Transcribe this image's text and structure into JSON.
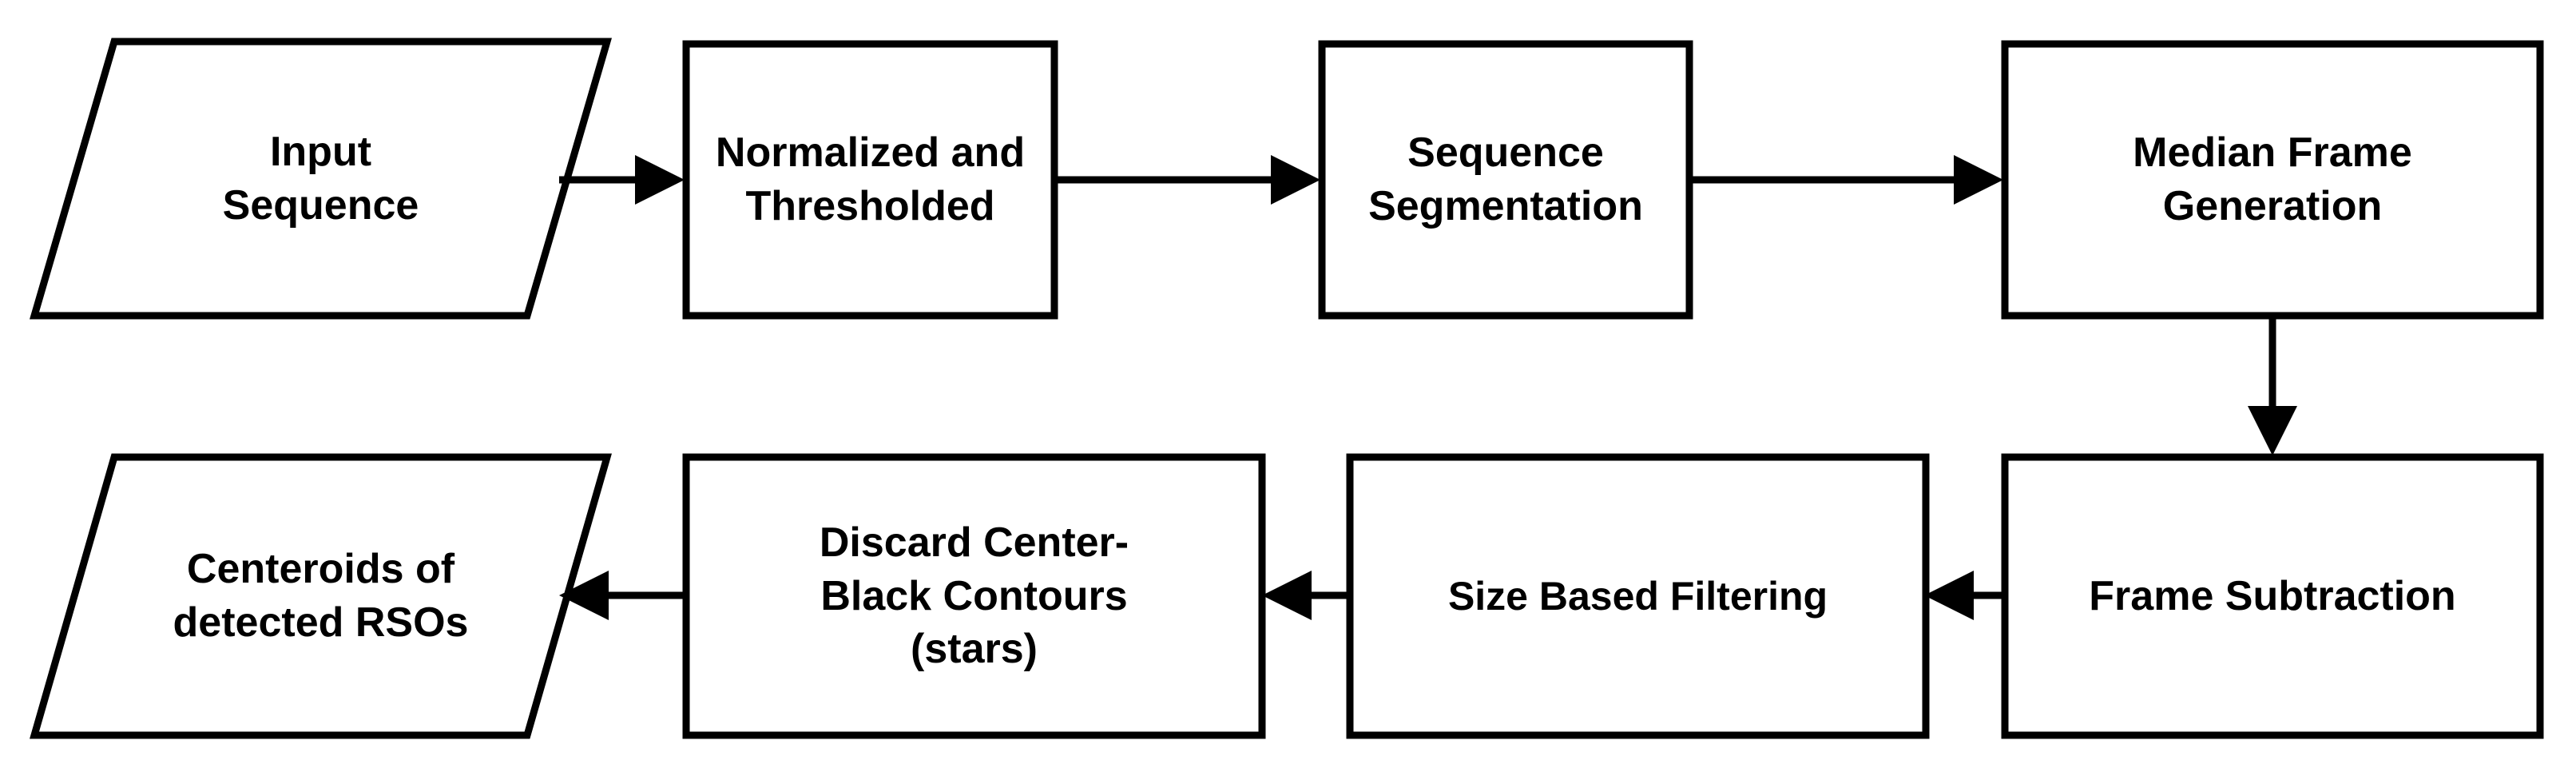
{
  "diagram": {
    "type": "flowchart",
    "orientation": "serpentine-left-to-right-then-right-to-left",
    "background_color": "#ffffff",
    "stroke_color": "#000000",
    "text_color": "#000000",
    "nodes": [
      {
        "id": "input-sequence",
        "shape": "parallelogram",
        "label": "Input\nSequence",
        "row": 1,
        "order": 1
      },
      {
        "id": "normalized-and-thresholded",
        "shape": "rectangle",
        "label": "Normalized and\nThresholded",
        "row": 1,
        "order": 2
      },
      {
        "id": "sequence-segmentation",
        "shape": "rectangle",
        "label": "Sequence\nSegmentation",
        "row": 1,
        "order": 3
      },
      {
        "id": "median-frame-generation",
        "shape": "rectangle",
        "label": "Median Frame\nGeneration",
        "row": 1,
        "order": 4
      },
      {
        "id": "frame-subtraction",
        "shape": "rectangle",
        "label": "Frame Subtraction",
        "row": 2,
        "order": 1
      },
      {
        "id": "size-based-filtering",
        "shape": "rectangle",
        "label": "Size Based Filtering",
        "row": 2,
        "order": 2
      },
      {
        "id": "discard-center-black-contours",
        "shape": "rectangle",
        "label": "Discard Center-\nBlack Contours\n(stars)",
        "row": 2,
        "order": 3
      },
      {
        "id": "centeroids-of-detected-rsos",
        "shape": "parallelogram",
        "label": "Centeroids of\ndetected RSOs",
        "row": 2,
        "order": 4
      }
    ],
    "edges": [
      {
        "id": "edge-1",
        "from": "input-sequence",
        "to": "normalized-and-thresholded",
        "direction": "right"
      },
      {
        "id": "edge-2",
        "from": "normalized-and-thresholded",
        "to": "sequence-segmentation",
        "direction": "right"
      },
      {
        "id": "edge-3",
        "from": "sequence-segmentation",
        "to": "median-frame-generation",
        "direction": "right"
      },
      {
        "id": "edge-4",
        "from": "median-frame-generation",
        "to": "frame-subtraction",
        "direction": "down"
      },
      {
        "id": "edge-5",
        "from": "frame-subtraction",
        "to": "size-based-filtering",
        "direction": "left"
      },
      {
        "id": "edge-6",
        "from": "size-based-filtering",
        "to": "discard-center-black-contours",
        "direction": "left"
      },
      {
        "id": "edge-7",
        "from": "discard-center-black-contours",
        "to": "centeroids-of-detected-rsos",
        "direction": "left"
      }
    ]
  }
}
